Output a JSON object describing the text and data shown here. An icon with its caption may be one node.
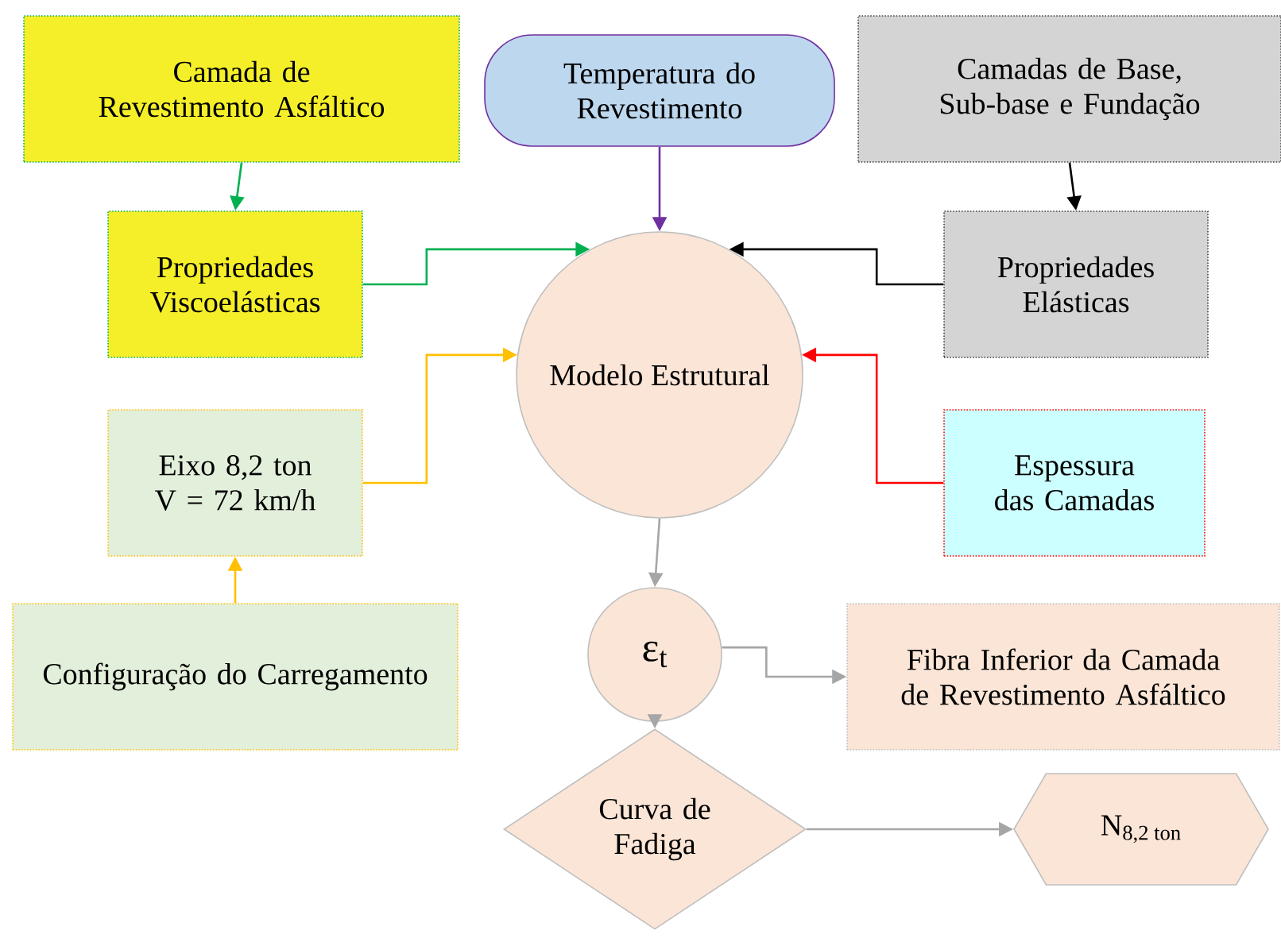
{
  "diagram": {
    "nodes": [
      {
        "text": [
          "Camada de Revestimento Asfáltico"
        ]
      },
      {
        "text": [
          "Temperatura do Revestimento"
        ]
      },
      {
        "text": [
          "Camadas de Base, Sub-base e Fundação"
        ]
      },
      {
        "text": [
          "Propriedades Viscoelásticas"
        ]
      },
      {
        "text": [
          "Modelo Estrutural"
        ]
      },
      {
        "text": [
          "Propriedades Elásticas"
        ]
      },
      {
        "text": [
          "Eixo 8,2 ton V = 72 km/h"
        ]
      },
      {
        "text": [
          "Espessura das Camadas"
        ]
      },
      {
        "text": [
          "Configuração do Carregamento"
        ]
      },
      {
        "text": [
          "ε$_{t}$"
        ]
      },
      {
        "text": [
          "Fibra Inferior da Camada de Revestimento Asfáltico"
        ]
      },
      {
        "text": [
          "Curva de Fadiga"
        ]
      },
      {
        "text": [
          "N$_{8,2 ton}$"
        ]
      }
    ],
    "edges": [
      {
        "from": 0,
        "to": 3,
        "arrow": "to",
        "color": "#00b050"
      },
      {
        "from": 1,
        "to": 4,
        "arrow": "to",
        "color": "#7030a0"
      },
      {
        "from": 2,
        "to": 5,
        "arrow": "to",
        "color": "#000000"
      },
      {
        "from": 3,
        "to": 4,
        "arrow": "to",
        "color": "#00b050"
      },
      {
        "from": 5,
        "to": 4,
        "arrow": "to",
        "color": "#000000"
      },
      {
        "from": 6,
        "to": 4,
        "arrow": "to",
        "color": "#ffc000"
      },
      {
        "from": 7,
        "to": 4,
        "arrow": "to",
        "color": "#ff0000"
      },
      {
        "from": 8,
        "to": 6,
        "arrow": "to",
        "color": "#ffc000"
      },
      {
        "from": 4,
        "to": 9,
        "arrow": "to"
      },
      {
        "from": 9,
        "to": 10,
        "arrow": "to"
      },
      {
        "from": 9,
        "to": 11,
        "arrow": "to"
      },
      {
        "from": 11,
        "to": 12,
        "arrow": "to"
      }
    ]
  }
}
